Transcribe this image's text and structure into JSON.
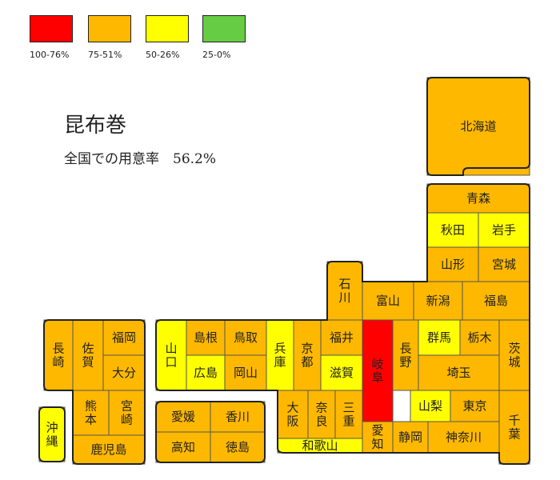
{
  "legend": [
    {
      "label": "100-76%",
      "color": "#ff0000"
    },
    {
      "label": "75-51%",
      "color": "#ffb800"
    },
    {
      "label": "50-26%",
      "color": "#ffff00"
    },
    {
      "label": "25-0%",
      "color": "#66cc44"
    }
  ],
  "title": "昆布巻",
  "subtitle": "全国での用意率　56.2%",
  "colors": {
    "red": "#ff0000",
    "orange": "#ffb800",
    "yellow": "#ffff00",
    "green": "#66cc44"
  },
  "prefectures": {
    "hokkaido": {
      "name": "北海道",
      "level": "orange"
    },
    "aomori": {
      "name": "青森",
      "level": "orange"
    },
    "akita": {
      "name": "秋田",
      "level": "yellow"
    },
    "iwate": {
      "name": "岩手",
      "level": "yellow"
    },
    "yamagata": {
      "name": "山形",
      "level": "orange"
    },
    "miyagi": {
      "name": "宮城",
      "level": "orange"
    },
    "ishikawa": {
      "name": "石川",
      "level": "orange"
    },
    "toyama": {
      "name": "富山",
      "level": "orange"
    },
    "niigata": {
      "name": "新潟",
      "level": "orange"
    },
    "fukushima": {
      "name": "福島",
      "level": "orange"
    },
    "fukui": {
      "name": "福井",
      "level": "orange"
    },
    "gifu": {
      "name": "岐阜",
      "level": "red"
    },
    "nagano": {
      "name": "長野",
      "level": "orange"
    },
    "gunma": {
      "name": "群馬",
      "level": "yellow"
    },
    "tochigi": {
      "name": "栃木",
      "level": "orange"
    },
    "ibaraki": {
      "name": "茨城",
      "level": "orange"
    },
    "saitama": {
      "name": "埼玉",
      "level": "orange"
    },
    "yamanashi": {
      "name": "山梨",
      "level": "yellow"
    },
    "tokyo": {
      "name": "東京",
      "level": "orange"
    },
    "chiba": {
      "name": "千葉",
      "level": "orange"
    },
    "kanagawa": {
      "name": "神奈川",
      "level": "orange"
    },
    "shizuoka": {
      "name": "静岡",
      "level": "orange"
    },
    "aichi": {
      "name": "愛知",
      "level": "orange"
    },
    "mie": {
      "name": "三重",
      "level": "orange"
    },
    "shiga": {
      "name": "滋賀",
      "level": "yellow"
    },
    "kyoto": {
      "name": "京都",
      "level": "orange"
    },
    "nara": {
      "name": "奈良",
      "level": "orange"
    },
    "osaka": {
      "name": "大阪",
      "level": "orange"
    },
    "wakayama": {
      "name": "和歌山",
      "level": "yellow"
    },
    "hyogo": {
      "name": "兵庫",
      "level": "yellow"
    },
    "tottori": {
      "name": "鳥取",
      "level": "orange"
    },
    "shimane": {
      "name": "島根",
      "level": "orange"
    },
    "okayama": {
      "name": "岡山",
      "level": "orange"
    },
    "hiroshima": {
      "name": "広島",
      "level": "yellow"
    },
    "yamaguchi": {
      "name": "山口",
      "level": "yellow"
    },
    "kagawa": {
      "name": "香川",
      "level": "orange"
    },
    "ehime": {
      "name": "愛媛",
      "level": "orange"
    },
    "tokushima": {
      "name": "徳島",
      "level": "orange"
    },
    "kochi": {
      "name": "高知",
      "level": "orange"
    },
    "fukuoka": {
      "name": "福岡",
      "level": "orange"
    },
    "saga": {
      "name": "佐賀",
      "level": "orange"
    },
    "nagasaki": {
      "name": "長崎",
      "level": "orange"
    },
    "oita": {
      "name": "大分",
      "level": "orange"
    },
    "kumamoto": {
      "name": "熊本",
      "level": "orange"
    },
    "miyazaki": {
      "name": "宮崎",
      "level": "orange"
    },
    "kagoshima": {
      "name": "鹿児島",
      "level": "orange"
    },
    "okinawa": {
      "name": "沖縄",
      "level": "yellow"
    }
  }
}
